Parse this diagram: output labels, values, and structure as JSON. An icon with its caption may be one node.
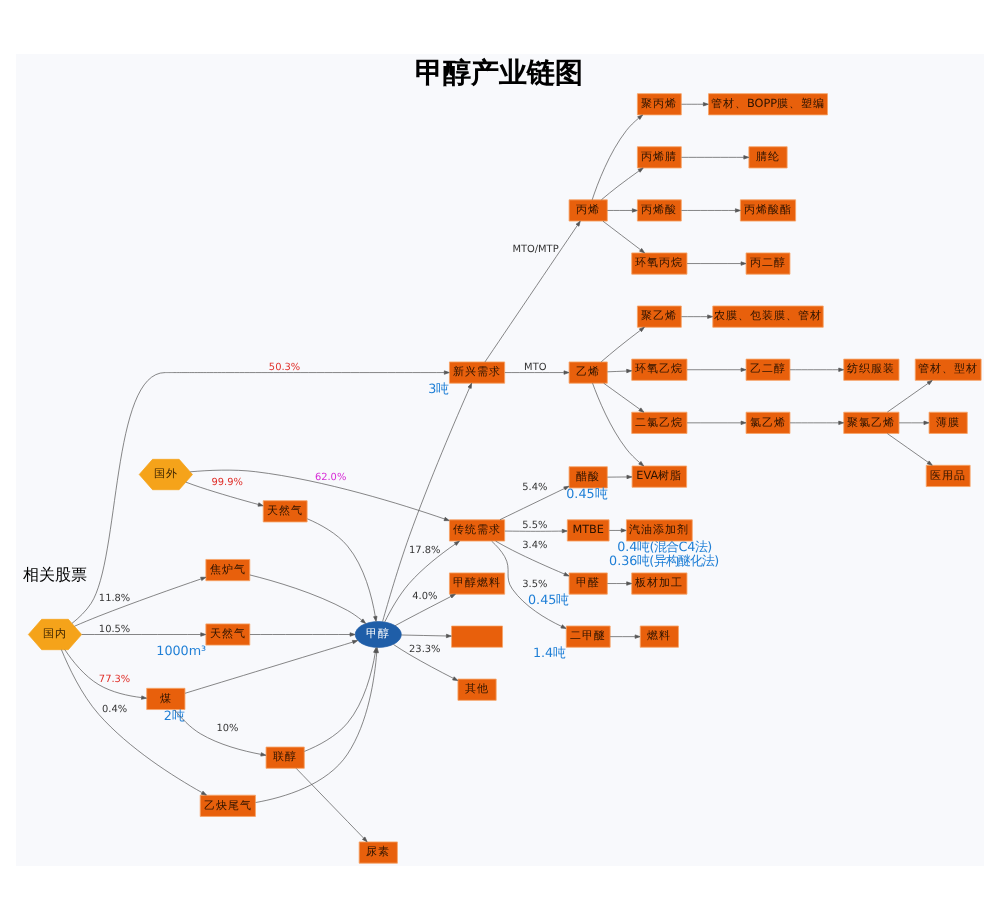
{
  "diagram": {
    "title": "甲醇产业链图",
    "nodes": [
      {
        "text": [
          "尿素"
        ]
      },
      {
        "text": [
          "联醇"
        ]
      },
      {
        "text": [
          "新兴需求"
        ],
        "beside": [
          "3吨"
        ]
      },
      {
        "text": [
          "丙烯"
        ]
      },
      {
        "text": [
          "聚丙烯"
        ]
      },
      {
        "text": [
          "管材、BOPP膜、塑编"
        ]
      },
      {
        "text": [
          "丙烯腈"
        ]
      },
      {
        "text": [
          "腈纶"
        ]
      },
      {
        "text": [
          "丙烯酸"
        ]
      },
      {
        "text": [
          "丙烯酸酯"
        ]
      },
      {
        "text": [
          "环氧丙烷"
        ]
      },
      {
        "text": [
          "丙二醇"
        ]
      },
      {
        "text": [
          "乙烯"
        ]
      },
      {
        "text": [
          "聚乙烯"
        ]
      },
      {
        "text": [
          "农膜、包装膜、管材"
        ]
      },
      {
        "text": [
          "环氧乙烷"
        ]
      },
      {
        "text": [
          "乙二醇"
        ]
      },
      {
        "text": [
          "纺织服装"
        ]
      },
      {
        "text": [
          "二氯乙烷"
        ]
      },
      {
        "text": [
          "氯乙烯"
        ]
      },
      {
        "text": [
          "聚氯乙烯"
        ]
      },
      {
        "text": [
          "管材、型材"
        ]
      },
      {
        "text": [
          "薄膜"
        ]
      },
      {
        "text": [
          "医用品"
        ]
      },
      {
        "text": [
          "国内"
        ]
      },
      {
        "text": [
          "煤"
        ],
        "beside": [
          "2吨"
        ]
      },
      {
        "text": [
          "天然气"
        ],
        "beside": [
          "1000m³"
        ]
      },
      {
        "text": [
          "焦炉气"
        ]
      },
      {
        "text": [
          "乙炔尾气"
        ]
      },
      {
        "text": [
          "甲醇"
        ]
      },
      {
        "text": [
          "甲醇燃料"
        ]
      },
      {
        "text": [],
        "shape": "box"
      },
      {
        "text": [
          "国外"
        ]
      },
      {
        "text": [
          "天然气"
        ]
      },
      {
        "text": [
          "其他"
        ]
      },
      {
        "text": [
          "EVA树脂"
        ]
      },
      {
        "text": [
          "传统需求"
        ]
      },
      {
        "text": [
          "醋酸"
        ],
        "beside": [
          "0.45吨"
        ]
      },
      {
        "text": [
          "甲醛"
        ],
        "beside": [
          "0.45吨"
        ]
      },
      {
        "text": [
          "板材加工"
        ]
      },
      {
        "text": [
          "二甲醚"
        ],
        "beside": [
          "1.4吨"
        ]
      },
      {
        "text": [
          "燃料"
        ]
      },
      {
        "text": [
          "MTBE"
        ],
        "beside": [
          "0.4吨(混合C4法)",
          "0.36吨(异构醚化法)"
        ]
      },
      {
        "text": [
          "汽油添加剂"
        ]
      }
    ],
    "edges": [
      {
        "from": 24,
        "to": 2,
        "arrow": "to",
        "label": "50.3%"
      },
      {
        "from": 24,
        "to": 25,
        "arrow": "to",
        "label": "77.3%"
      },
      {
        "from": 24,
        "to": 26,
        "arrow": "to",
        "label": "10.5%"
      },
      {
        "from": 24,
        "to": 27,
        "arrow": "to",
        "label": "11.8%"
      },
      {
        "from": 24,
        "to": 28,
        "arrow": "to",
        "label": "0.4%"
      },
      {
        "from": 32,
        "to": 33,
        "arrow": "to",
        "label": "99.9%"
      },
      {
        "from": 32,
        "to": 36,
        "arrow": "to",
        "label": "62.0%"
      },
      {
        "from": 25,
        "to": 1,
        "arrow": "to",
        "label": "10%"
      },
      {
        "from": 1,
        "to": 0,
        "arrow": "to"
      },
      {
        "from": 1,
        "to": 29,
        "arrow": "to"
      },
      {
        "from": 25,
        "to": 29,
        "arrow": "to"
      },
      {
        "from": 26,
        "to": 29,
        "arrow": "to"
      },
      {
        "from": 27,
        "to": 29,
        "arrow": "to"
      },
      {
        "from": 28,
        "to": 29,
        "arrow": "to"
      },
      {
        "from": 33,
        "to": 29,
        "arrow": "to"
      },
      {
        "from": 29,
        "to": 2,
        "arrow": "to"
      },
      {
        "from": 29,
        "to": 30,
        "arrow": "to",
        "label": "4.0%"
      },
      {
        "from": 29,
        "to": 31,
        "arrow": "to"
      },
      {
        "from": 29,
        "to": 34,
        "arrow": "to",
        "label": "23.3%"
      },
      {
        "from": 29,
        "to": 36,
        "arrow": "to",
        "label": "17.8%"
      },
      {
        "from": 2,
        "to": 3,
        "arrow": "to",
        "label": "MTO/MTP"
      },
      {
        "from": 2,
        "to": 12,
        "arrow": "to",
        "label": "MTO"
      },
      {
        "from": 3,
        "to": 4,
        "arrow": "to"
      },
      {
        "from": 3,
        "to": 6,
        "arrow": "to"
      },
      {
        "from": 3,
        "to": 8,
        "arrow": "to"
      },
      {
        "from": 3,
        "to": 10,
        "arrow": "to"
      },
      {
        "from": 4,
        "to": 5,
        "arrow": "to"
      },
      {
        "from": 6,
        "to": 7,
        "arrow": "to"
      },
      {
        "from": 8,
        "to": 9,
        "arrow": "to"
      },
      {
        "from": 10,
        "to": 11,
        "arrow": "to"
      },
      {
        "from": 12,
        "to": 13,
        "arrow": "to"
      },
      {
        "from": 12,
        "to": 15,
        "arrow": "to"
      },
      {
        "from": 12,
        "to": 18,
        "arrow": "to"
      },
      {
        "from": 12,
        "to": 35,
        "arrow": "to"
      },
      {
        "from": 13,
        "to": 14,
        "arrow": "to"
      },
      {
        "from": 15,
        "to": 16,
        "arrow": "to"
      },
      {
        "from": 16,
        "to": 17,
        "arrow": "to"
      },
      {
        "from": 18,
        "to": 19,
        "arrow": "to"
      },
      {
        "from": 19,
        "to": 20,
        "arrow": "to"
      },
      {
        "from": 20,
        "to": 21,
        "arrow": "to"
      },
      {
        "from": 20,
        "to": 22,
        "arrow": "to"
      },
      {
        "from": 20,
        "to": 23,
        "arrow": "to"
      },
      {
        "from": 37,
        "to": 35,
        "arrow": "to"
      },
      {
        "from": 36,
        "to": 37,
        "arrow": "to",
        "label": "5.4%"
      },
      {
        "from": 36,
        "to": 38,
        "arrow": "to",
        "label": "3.4%"
      },
      {
        "from": 36,
        "to": 40,
        "arrow": "to",
        "label": "3.5%"
      },
      {
        "from": 36,
        "to": 42,
        "arrow": "to",
        "label": "5.5%"
      },
      {
        "from": 38,
        "to": 39,
        "arrow": "to"
      },
      {
        "from": 40,
        "to": 41,
        "arrow": "to"
      },
      {
        "from": 42,
        "to": 43,
        "arrow": "to"
      }
    ],
    "labels": [
      "相关股票"
    ]
  }
}
